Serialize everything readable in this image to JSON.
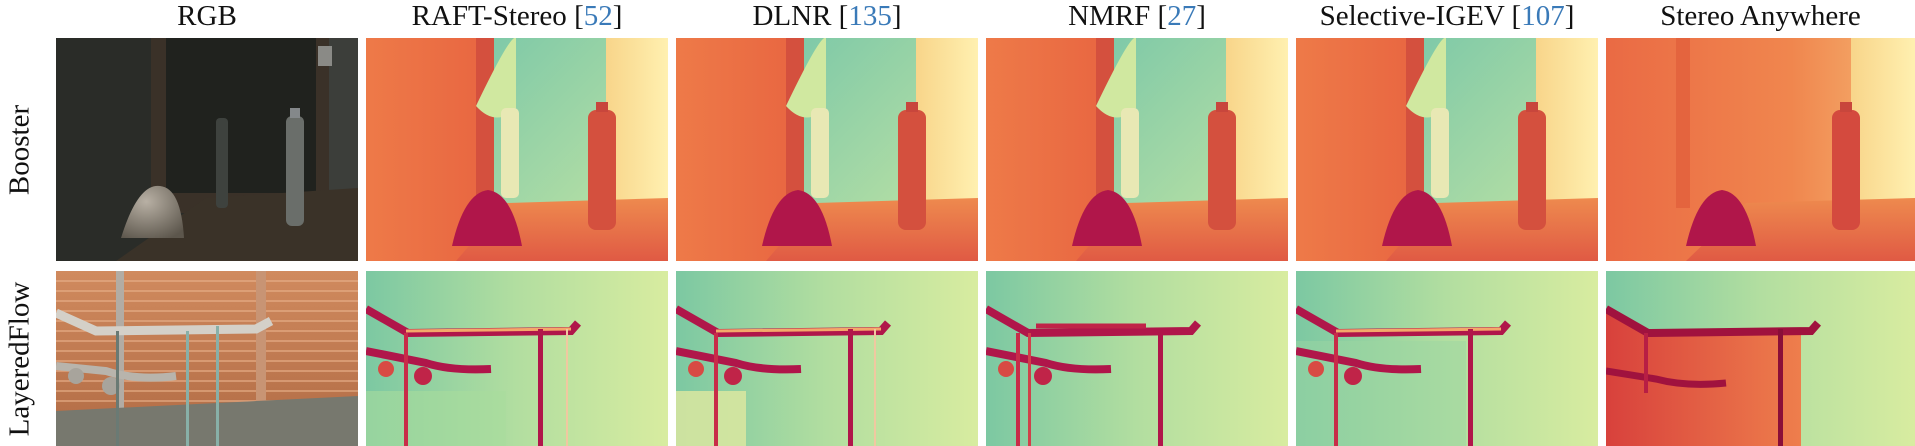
{
  "columns": [
    {
      "method": "RGB",
      "ref": ""
    },
    {
      "method": "RAFT-Stereo",
      "ref": "52"
    },
    {
      "method": "DLNR",
      "ref": "135"
    },
    {
      "method": "NMRF",
      "ref": "27"
    },
    {
      "method": "Selective-IGEV",
      "ref": "107"
    },
    {
      "method": "Stereo Anywhere",
      "ref": ""
    }
  ],
  "rows": [
    {
      "label": "Booster"
    },
    {
      "label": "LayeredFlow"
    }
  ],
  "colors": {
    "citation": "#3a7ab8",
    "disparity_near": "#a8104a",
    "disparity_mid": "#f08a4a",
    "disparity_far": "#6cc4a4",
    "disparity_far_light": "#e8f0a0"
  }
}
